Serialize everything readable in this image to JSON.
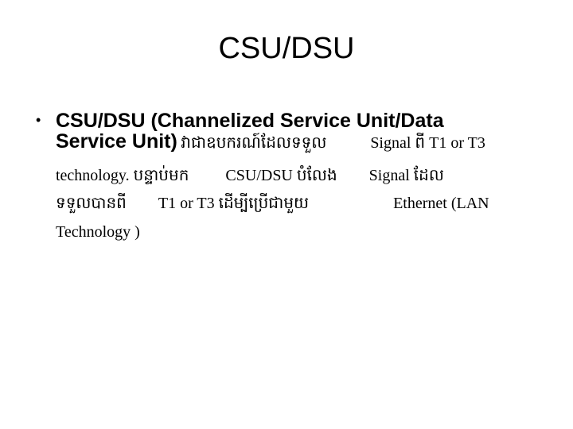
{
  "slide": {
    "background_color": "#ffffff",
    "text_color": "#000000",
    "title": "CSU/DSU",
    "bullet": {
      "marker": "•",
      "heading_line1": "CSU/DSU (Channelized Service Unit/Data",
      "heading_line2": "Service Unit)",
      "line2_khmer": "វាជាឧបករណ៍ដែលទទួល",
      "line2_tail": "Signal ពី T1 or T3",
      "line3_seg1": "technology. បន្ទាប់មក",
      "line3_seg2": "CSU/DSU បំលែង",
      "line3_seg3": "Signal ដែល",
      "line4_seg1": "ទទួលបានពី",
      "line4_seg2": "T1 or T3 ដើម្បីប្រើជាមួយ",
      "line4_seg3": "Ethernet (LAN",
      "line5": "Technology )"
    }
  }
}
